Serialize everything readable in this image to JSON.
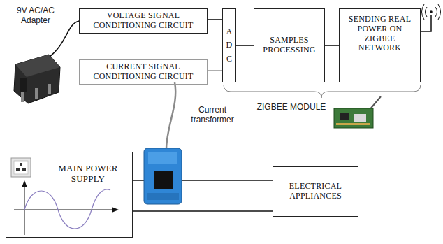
{
  "diagram": {
    "nodes": [
      {
        "text": [
          "VOLTAGE SIGNAL CONDITIONING CIRCUIT"
        ]
      },
      {
        "text": [
          "CURRENT SIGNAL CONDITIONING CIRCUIT"
        ]
      },
      {
        "text": [
          "ADC"
        ]
      },
      {
        "text": [
          "SAMPLES PROCESSING"
        ]
      },
      {
        "text": [
          "SENDING REAL POWER ON ZIGBEE NETWORK"
        ]
      },
      {
        "text": [
          "MAIN POWER SUPPLY"
        ]
      },
      {
        "text": [
          "ELECTRICAL APPLIANCES"
        ]
      }
    ],
    "edges": [
      {
        "from": 0,
        "to": 2,
        "arrow": "none"
      },
      {
        "from": 1,
        "to": 2,
        "arrow": "none"
      },
      {
        "from": 2,
        "to": 3,
        "arrow": "none"
      },
      {
        "from": 3,
        "to": 4,
        "arrow": "none"
      },
      {
        "from": 5,
        "to": 6,
        "arrow": "none"
      },
      {
        "from": 5,
        "to": 6,
        "arrow": "none"
      }
    ],
    "labels": [
      "9V AC/AC Adapter",
      "Current transformer",
      "ZIGBEE MODULE"
    ]
  }
}
